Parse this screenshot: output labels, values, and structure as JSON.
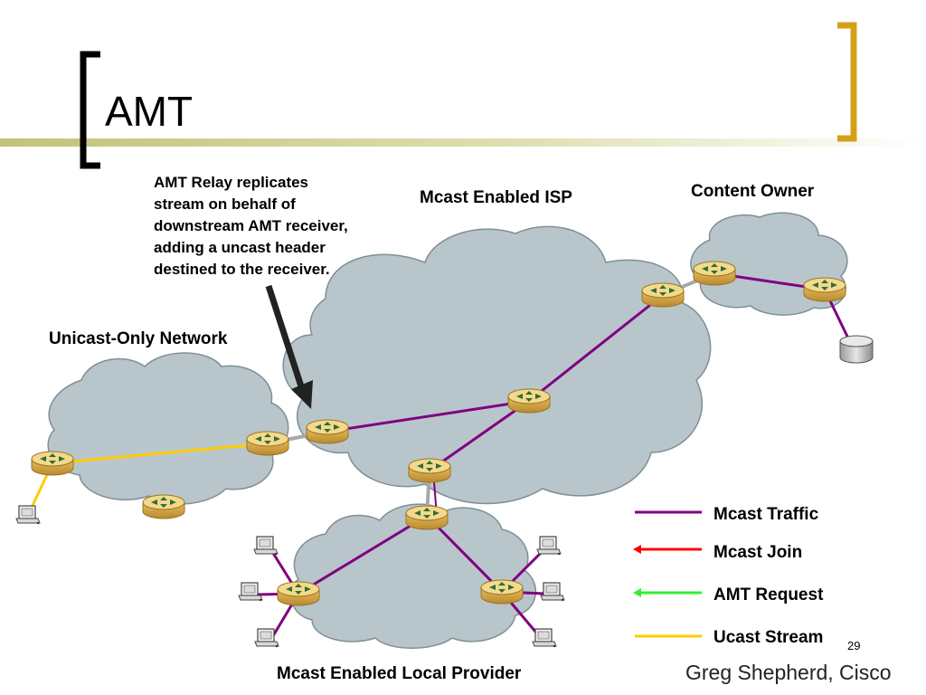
{
  "slide": {
    "title": "AMT",
    "page_number": "29",
    "author": "Greg Shepherd, Cisco"
  },
  "callout": {
    "lines": [
      "AMT Relay replicates",
      "stream on behalf of",
      "downstream AMT receiver,",
      "adding a uncast header",
      "destined to the receiver."
    ]
  },
  "clouds": {
    "isp": "Mcast Enabled ISP",
    "content_owner": "Content Owner",
    "unicast_only": "Unicast-Only Network",
    "local_provider": "Mcast Enabled Local Provider"
  },
  "legend": [
    {
      "label": "Mcast Traffic",
      "color": "#800080",
      "arrow": false
    },
    {
      "label": "Mcast Join",
      "color": "#ff0000",
      "arrow": true
    },
    {
      "label": "AMT Request",
      "color": "#00ff00",
      "arrow": true
    },
    {
      "label": "Ucast Stream",
      "color": "#ffcc00",
      "arrow": false
    }
  ],
  "colors": {
    "cloud_fill": "#b8c6cb",
    "cloud_stroke": "#7f8f95",
    "router_top": "#f4dc8a",
    "router_body": "#d9a94a",
    "bracket_black": "#000000",
    "bracket_gold": "#d4a017",
    "band": "#c9c98a"
  }
}
